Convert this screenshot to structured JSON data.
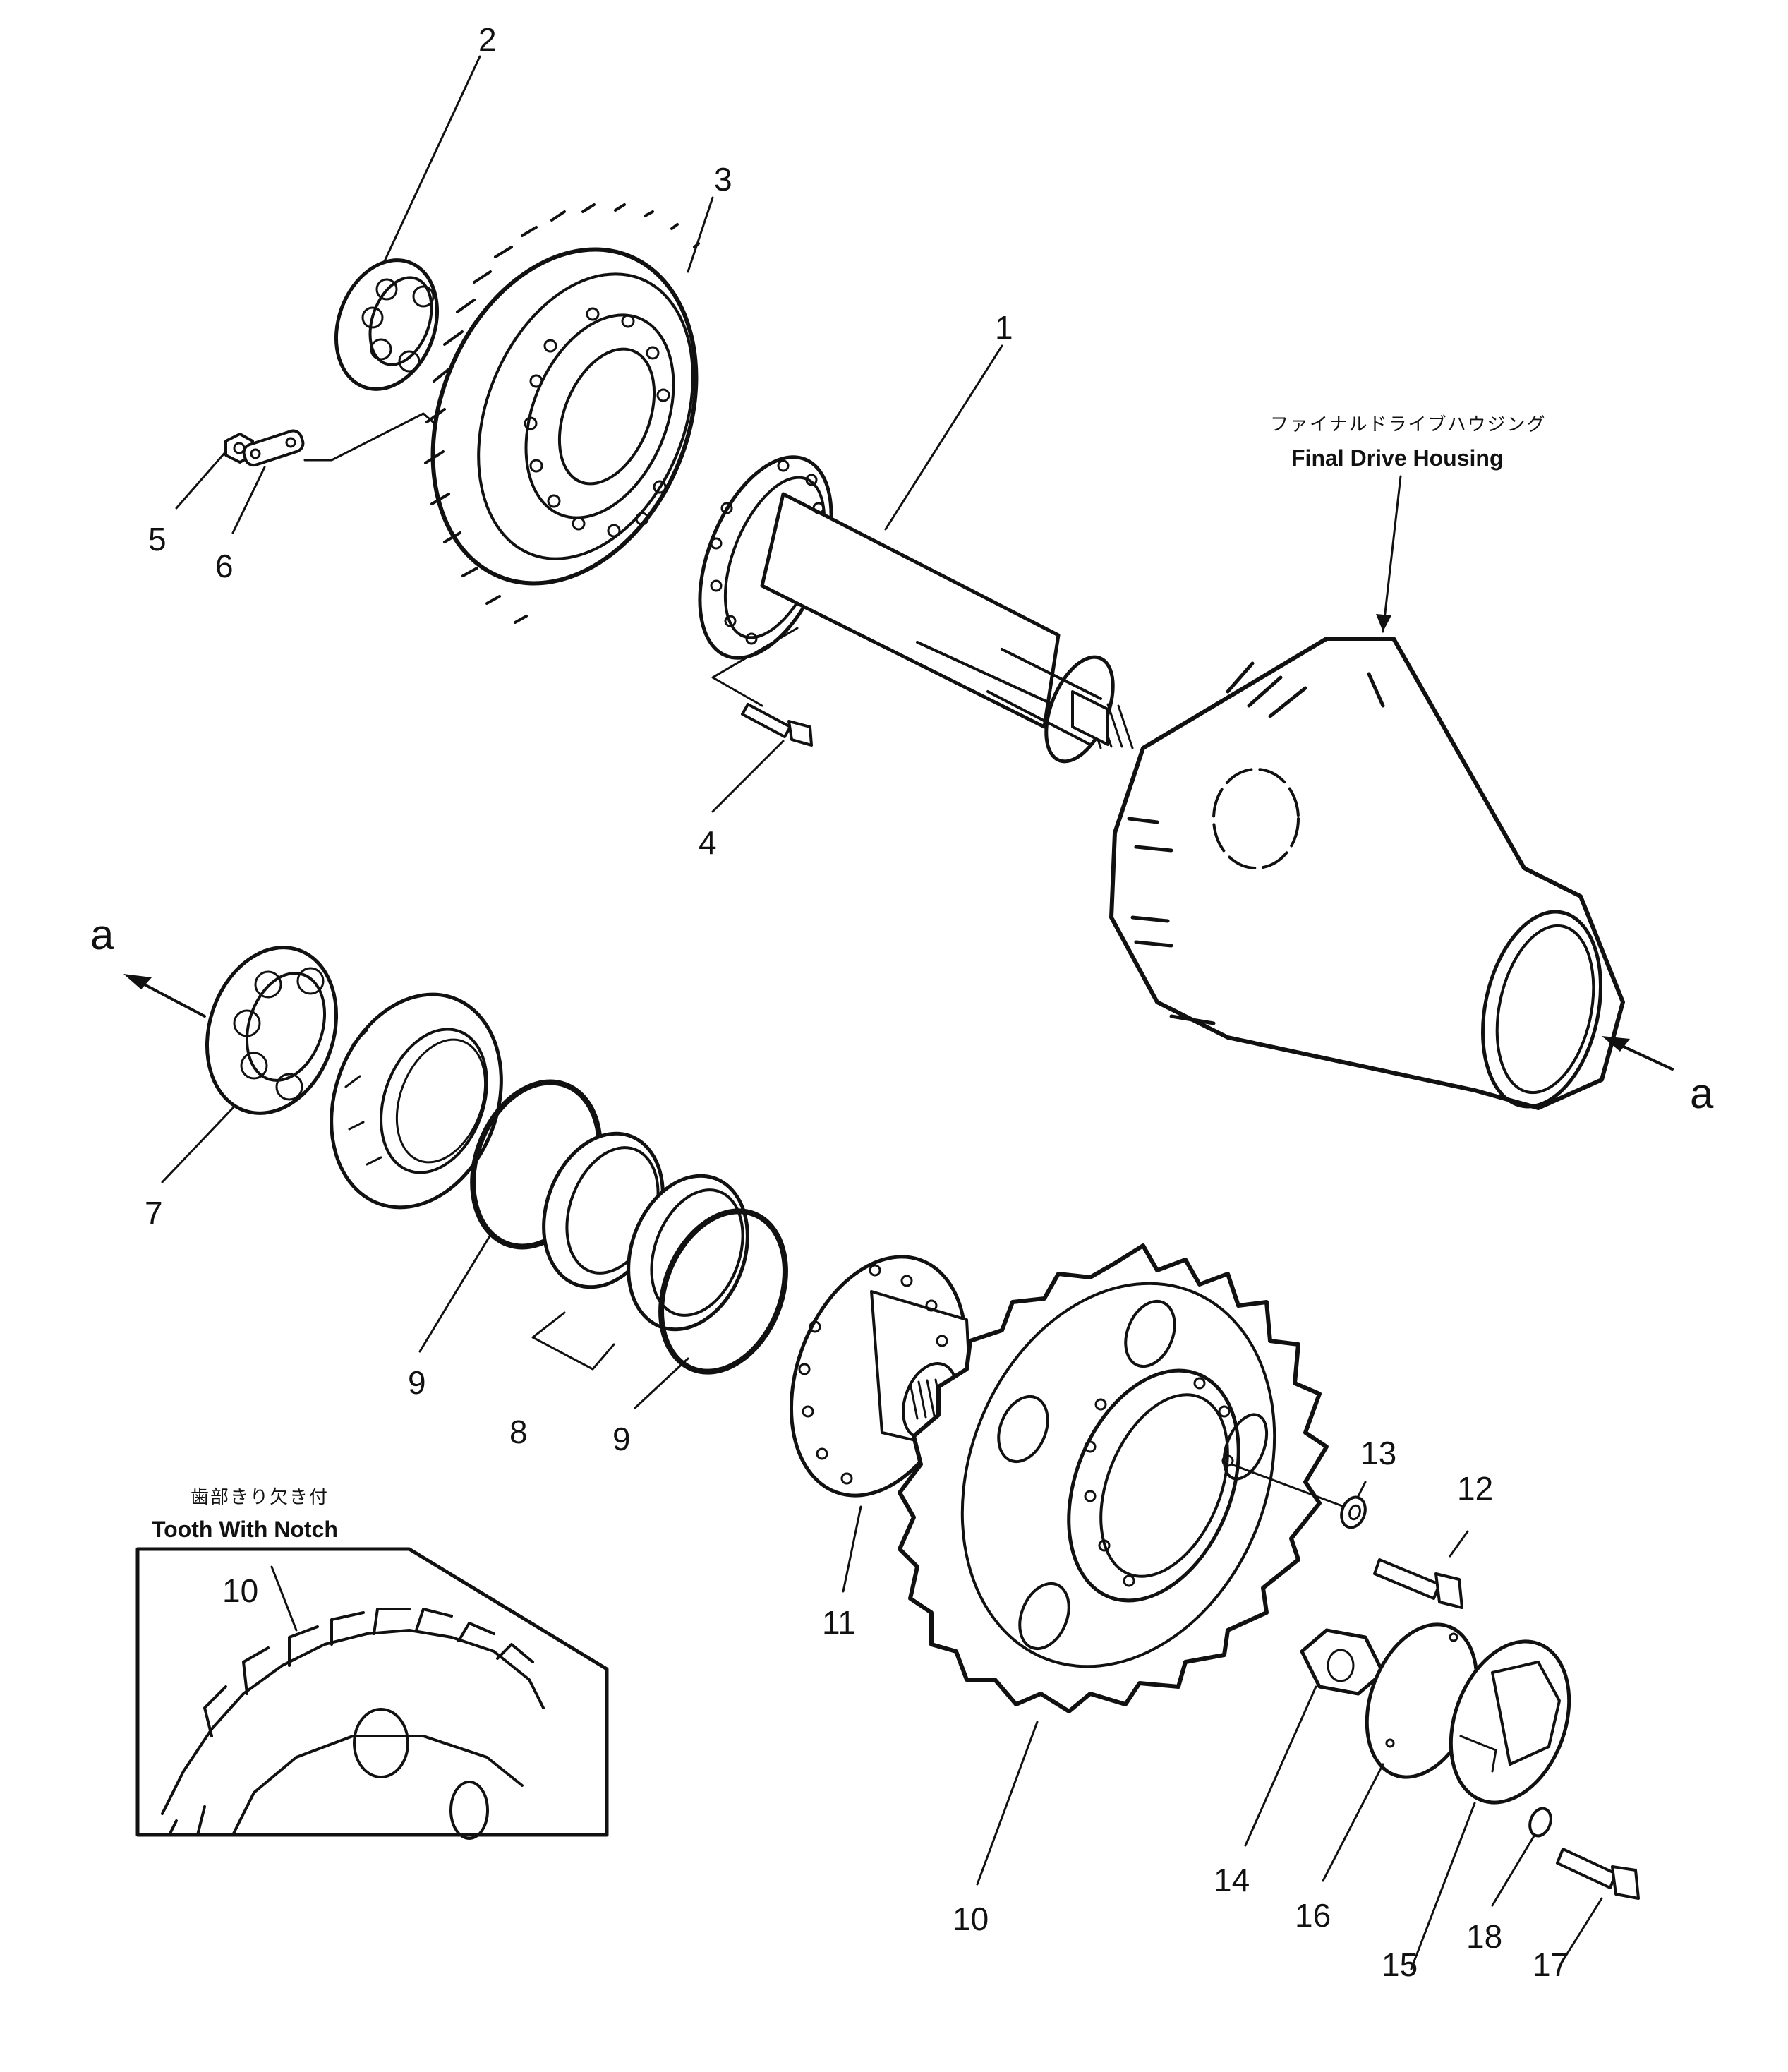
{
  "callouts": {
    "n1": "1",
    "n2": "2",
    "n3": "3",
    "n4": "4",
    "n5": "5",
    "n6": "6",
    "n7": "7",
    "n8": "8",
    "n9a": "9",
    "n9b": "9",
    "n10a": "10",
    "n10b": "10",
    "n11": "11",
    "n12": "12",
    "n13": "13",
    "n14": "14",
    "n15": "15",
    "n16": "16",
    "n17": "17",
    "n18": "18"
  },
  "housing": {
    "label_jp": "ファイナルドライブハウジング",
    "label_en": "Final Drive Housing"
  },
  "detail": {
    "label_jp": "歯部きり欠き付",
    "label_en": "Tooth With Notch"
  },
  "refs": {
    "a_left": "a",
    "a_right": "a"
  },
  "colors": {
    "ink": "#111111",
    "paper": "#ffffff"
  }
}
